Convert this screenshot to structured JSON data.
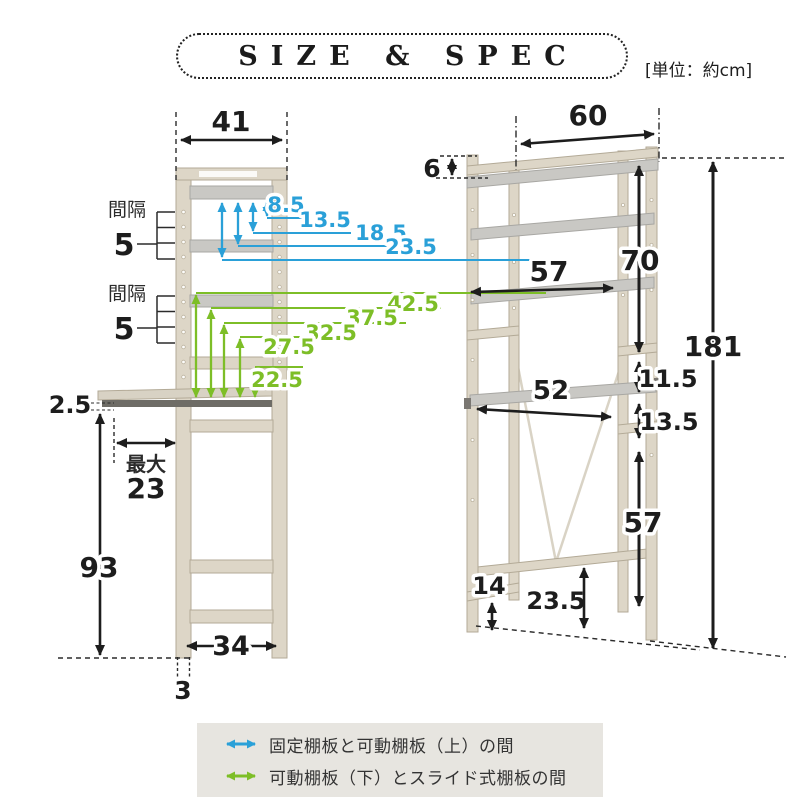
{
  "header": {
    "title": "SIZE & SPEC",
    "unit": "[単位：約cm]"
  },
  "left_diagram": {
    "top_width": "41",
    "interval_upper_label": "間隔",
    "interval_upper_value": "5",
    "interval_lower_label": "間隔",
    "interval_lower_value": "5",
    "blue_dims": [
      "8.5",
      "13.5",
      "18.5",
      "23.5"
    ],
    "green_dims": [
      "42.5",
      "37.5",
      "32.5",
      "27.5",
      "22.5"
    ],
    "board_thickness": "2.5",
    "slide_max_label": "最大",
    "slide_max_value": "23",
    "under_clearance_height": "93",
    "inner_width": "34",
    "leg_size": "3"
  },
  "right_diagram": {
    "top_width": "60",
    "top_rail_height": "6",
    "upper_section_height": "70",
    "shelf_inner_width": "57",
    "gap_above_slide": "11.5",
    "slide_shelf_width": "52",
    "gap_below_slide": "13.5",
    "lower_section_height": "57",
    "total_height": "181",
    "side_rail_height": "14",
    "crossbar_height": "23.5"
  },
  "legend": {
    "items": [
      {
        "color": "#2aa0d8",
        "text": "固定棚板と可動棚板（上）の間"
      },
      {
        "color": "#7dbe27",
        "text": "可動棚板（下）とスライド式棚板の間"
      }
    ]
  },
  "colors": {
    "blue": "#2aa0d8",
    "green": "#7dbe27",
    "frame": "#ddd6c7",
    "shelf": "#c9c8c4",
    "legend_bg": "#e7e5e0"
  }
}
